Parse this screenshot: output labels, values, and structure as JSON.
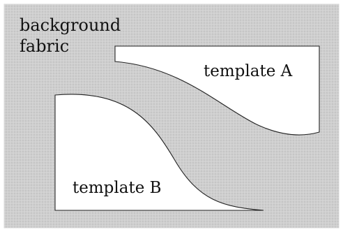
{
  "diagram": {
    "fabric_label": "background\nfabric",
    "template_a_label": "template A",
    "template_b_label": "template B",
    "colors": {
      "fabric_base": "#cfcfcf",
      "fabric_dot": "#b7b7b7",
      "fabric_dot_light": "#e3e3e3",
      "template_fill": "#ffffff",
      "outline": "#222222",
      "frame": "#d8d8d8"
    }
  }
}
